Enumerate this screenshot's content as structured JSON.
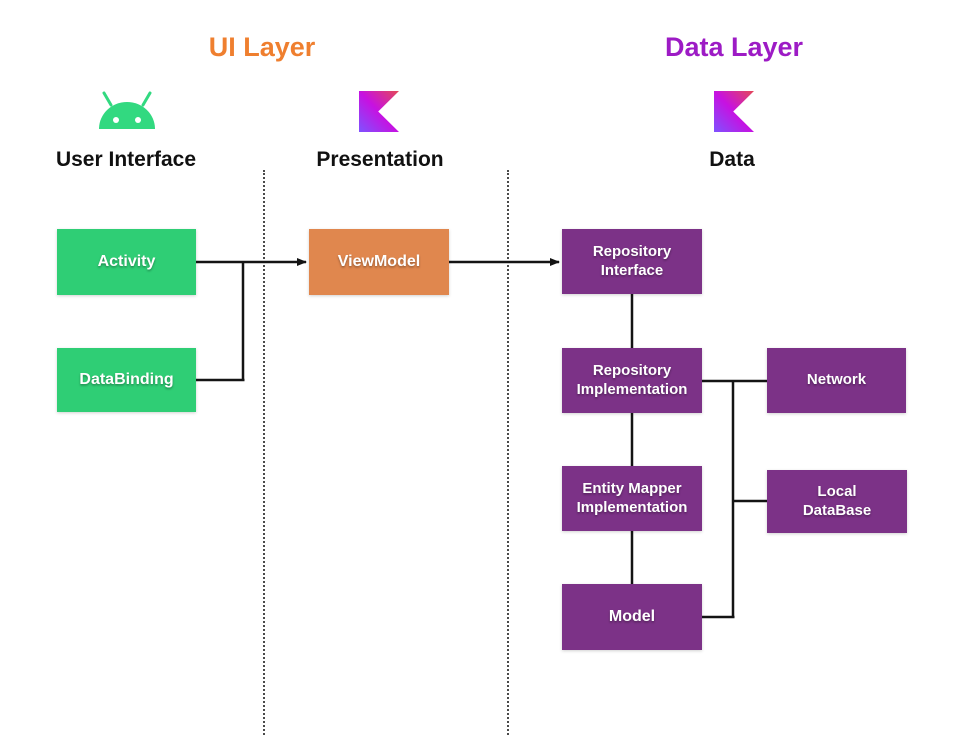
{
  "layers": [
    {
      "title": "UI Layer",
      "color": "#EF7F2F"
    },
    {
      "title": "Data Layer",
      "color": "#9D1BC5"
    }
  ],
  "sections": [
    {
      "label": "User Interface",
      "icon": "android-icon"
    },
    {
      "label": "Presentation",
      "icon": "kotlin-icon"
    },
    {
      "label": "Data",
      "icon": "kotlin-icon"
    }
  ],
  "nodes": {
    "activity": {
      "label": "Activity",
      "color": "#2FCE75"
    },
    "databinding": {
      "label": "DataBinding",
      "color": "#2FCE75"
    },
    "viewmodel": {
      "label": "ViewModel",
      "color": "#E0874E"
    },
    "repository_interface": {
      "label": "Repository\nInterface",
      "color": "#7C3287"
    },
    "repository_implementation": {
      "label": "Repository\nImplementation",
      "color": "#7C3287"
    },
    "entity_mapper_implementation": {
      "label": "Entity Mapper\nImplementation",
      "color": "#7C3287"
    },
    "model": {
      "label": "Model",
      "color": "#7C3287"
    },
    "network": {
      "label": "Network",
      "color": "#7C3287"
    },
    "local_database": {
      "label": "Local\nDataBase",
      "color": "#7C3287"
    }
  },
  "icons": {
    "android": {
      "name": "android-icon",
      "color": "#32D980"
    },
    "kotlin": {
      "name": "kotlin-icon",
      "gradient": [
        "#7F52FF",
        "#C711E1",
        "#E44857"
      ]
    }
  },
  "connector_color": "#141414"
}
